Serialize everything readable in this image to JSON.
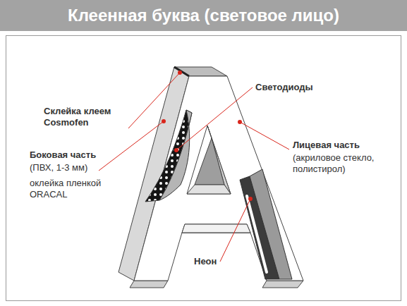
{
  "diagram": {
    "title": "Клеенная буква (световое лицо)",
    "labels": [
      "Светодиоды",
      "Склейка клеем Cosmofen",
      "Боковая часть",
      "(ПВХ, 1-3 мм)",
      "оклейка пленкой ORACAL",
      "Лицевая часть",
      "(акриловое стекло, полистирол)",
      "Неон"
    ]
  }
}
